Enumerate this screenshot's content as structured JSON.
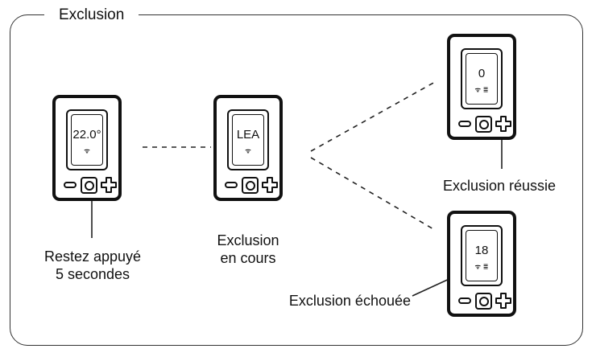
{
  "frame": {
    "title": "Exclusion"
  },
  "devices": {
    "start": {
      "display": "22.0°",
      "status": "ᯤ"
    },
    "running": {
      "display": "LEA",
      "status": "ᯤ"
    },
    "success": {
      "display": "0",
      "status": "ᯤ ≣"
    },
    "failure": {
      "display": "18",
      "status": "ᯤ ≣"
    }
  },
  "labels": {
    "hold_line1": "Restez appuyé",
    "hold_line2": "5 secondes",
    "running_line1": "Exclusion",
    "running_line2": "en cours",
    "success": "Exclusion réussie",
    "failure": "Exclusion échouée"
  }
}
